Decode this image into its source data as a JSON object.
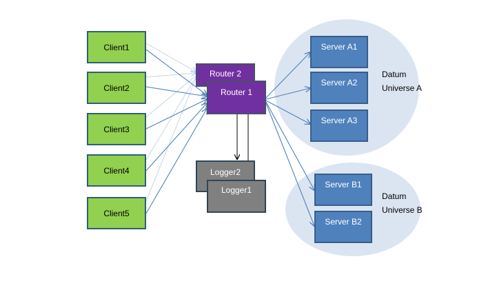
{
  "clients": [
    "Client1",
    "Client2",
    "Client3",
    "Client4",
    "Client5"
  ],
  "routers": {
    "back": "Router 2",
    "front": "Router 1"
  },
  "loggers": {
    "back": "Logger2",
    "front": "Logger1"
  },
  "universe_a": {
    "label_line1": "Datum",
    "label_line2": "Universe A",
    "servers": [
      "Server A1",
      "Server A2",
      "Server A3"
    ]
  },
  "universe_b": {
    "label_line1": "Datum",
    "label_line2": "Universe B",
    "servers": [
      "Server B1",
      "Server B2"
    ]
  },
  "colors": {
    "client": "#92d050",
    "router": "#7030a0",
    "logger": "#808080",
    "server": "#4f81bd",
    "universe": "#dbe5f1",
    "arrow": "#4f81bd"
  }
}
